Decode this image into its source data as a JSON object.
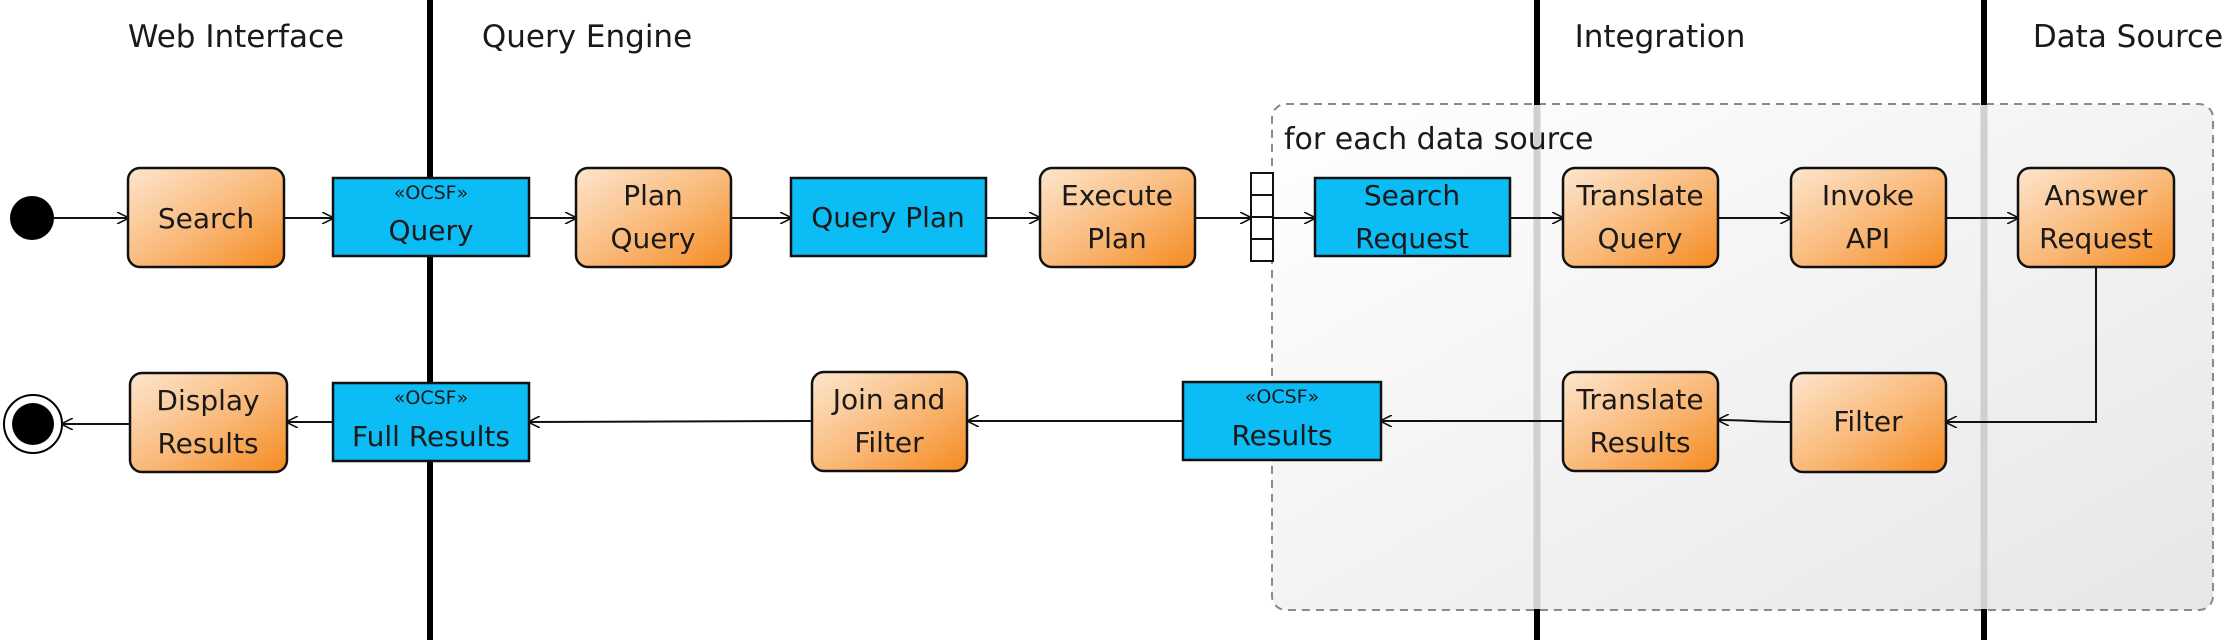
{
  "lanes": {
    "web_interface": "Web Interface",
    "query_engine": "Query Engine",
    "integration": "Integration",
    "data_source": "Data Source"
  },
  "region": {
    "label": "for each data source"
  },
  "actions": {
    "search": [
      "Search"
    ],
    "plan_query": [
      "Plan",
      "Query"
    ],
    "execute_plan": [
      "Execute",
      "Plan"
    ],
    "translate_query": [
      "Translate",
      "Query"
    ],
    "invoke_api": [
      "Invoke",
      "API"
    ],
    "answer_request": [
      "Answer",
      "Request"
    ],
    "filter": [
      "Filter"
    ],
    "translate_results": [
      "Translate",
      "Results"
    ],
    "join_and_filter": [
      "Join and",
      "Filter"
    ],
    "display_results": [
      "Display",
      "Results"
    ]
  },
  "objects": {
    "query": {
      "stereotype": "«OCSF»",
      "label": [
        "Query"
      ]
    },
    "query_plan": {
      "stereotype": "",
      "label": [
        "Query Plan"
      ]
    },
    "search_request": {
      "stereotype": "",
      "label": [
        "Search",
        "Request"
      ]
    },
    "results": {
      "stereotype": "«OCSF»",
      "label": [
        "Results"
      ]
    },
    "full_results": {
      "stereotype": "«OCSF»",
      "label": [
        "Full Results"
      ]
    }
  },
  "colors": {
    "action_light": "#fde2c6",
    "action_dark": "#f58a1f",
    "object_fill": "#0cbcf5",
    "stroke": "#111111",
    "region_fill": "#f0f0f0",
    "region_border": "#888888"
  }
}
